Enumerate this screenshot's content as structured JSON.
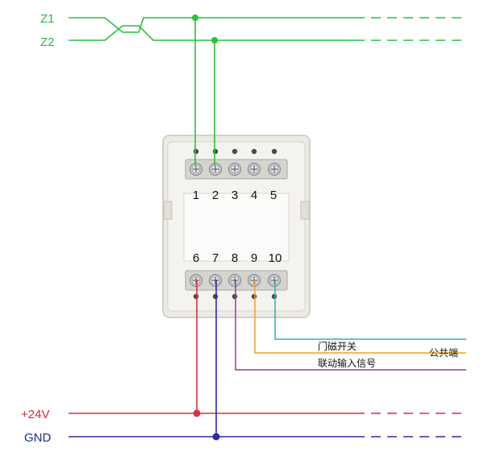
{
  "colors": {
    "z_bus": "#27c23a",
    "z1_label": "#2ab84a",
    "z2_label": "#2ab84a",
    "v24": "#d93040",
    "gnd": "#2c2ca8",
    "door": "#2fb3a8",
    "common": "#f0a020",
    "linkage": "#9b3aa3",
    "label_v24": "#d02b3a",
    "label_gnd": "#1e2e86"
  },
  "buses": {
    "z1": {
      "label": "Z1"
    },
    "z2": {
      "label": "Z2"
    },
    "v24": {
      "label": "+24V"
    },
    "gnd": {
      "label": "GND"
    }
  },
  "terminals": {
    "top": [
      "1",
      "2",
      "3",
      "4",
      "5"
    ],
    "bottom": [
      "6",
      "7",
      "8",
      "9",
      "10"
    ]
  },
  "signals": {
    "door_switch": "门磁开关",
    "common": "公共端",
    "linkage_input": "联动输入信号"
  }
}
